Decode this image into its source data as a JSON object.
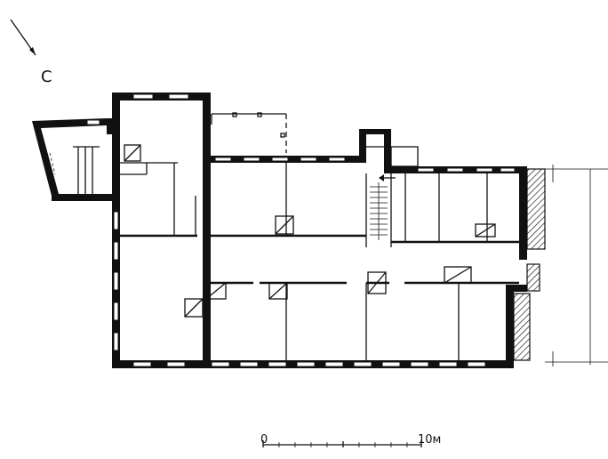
{
  "north_label": "С",
  "scale": {
    "start_label": "0",
    "end_label": "10м"
  }
}
